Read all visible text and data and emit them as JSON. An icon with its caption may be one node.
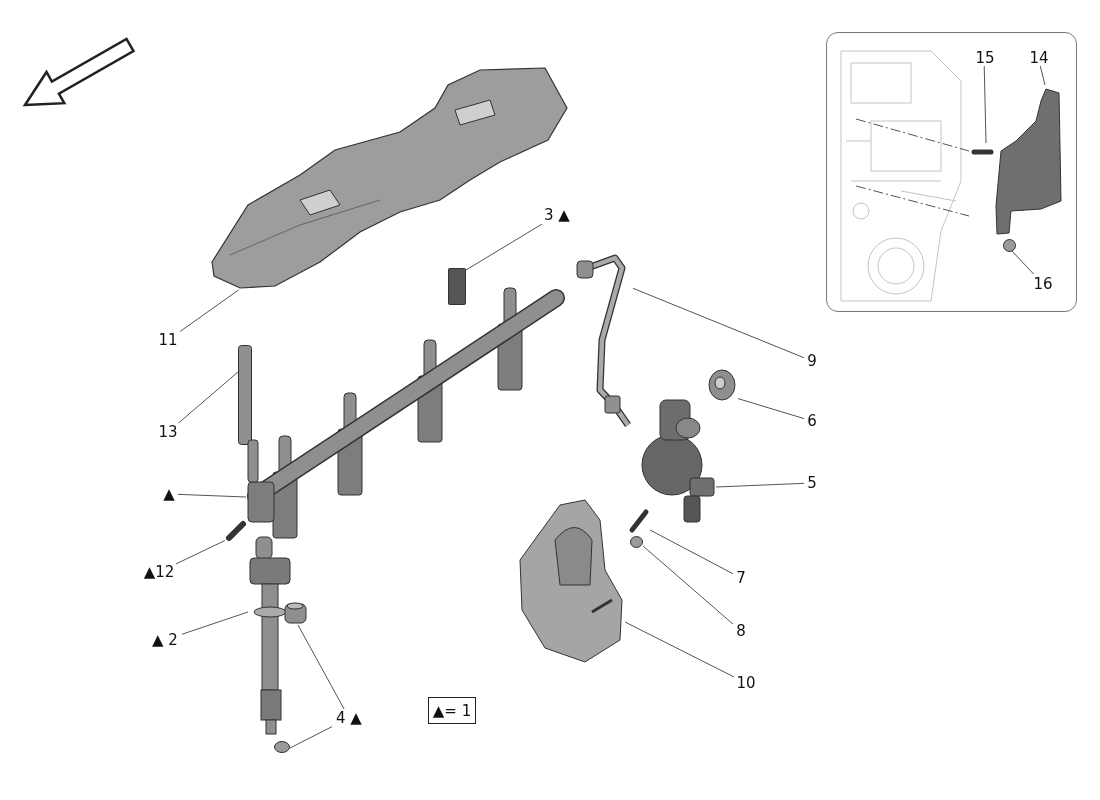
{
  "diagram": {
    "nodes": [
      {
        "text": [
          "3 ▲"
        ]
      },
      {
        "text": [],
        "shape": "box"
      },
      {
        "text": [
          "11"
        ]
      },
      {
        "text": [],
        "shape": "picture"
      },
      {
        "text": [
          "13"
        ]
      },
      {
        "text": [],
        "shape": "bar"
      },
      {
        "text": [
          "▲"
        ]
      },
      {
        "text": [],
        "shape": "picture"
      },
      {
        "text": [
          "▲12"
        ]
      },
      {
        "text": [],
        "shape": "picture"
      },
      {
        "text": [
          "▲ 2"
        ]
      },
      {
        "text": [],
        "shape": "picture"
      },
      {
        "text": [
          "4 ▲"
        ]
      },
      {
        "text": [],
        "shape": "picture"
      },
      {
        "text": [],
        "shape": "circle"
      },
      {
        "text": [
          "9"
        ]
      },
      {
        "text": [],
        "shape": "picture"
      },
      {
        "text": [
          "6"
        ]
      },
      {
        "text": [],
        "shape": "picture"
      },
      {
        "text": [
          "5"
        ]
      },
      {
        "text": [],
        "shape": "picture"
      },
      {
        "text": [
          "7"
        ]
      },
      {
        "text": [],
        "shape": "picture"
      },
      {
        "text": [
          "8"
        ]
      },
      {
        "text": [],
        "shape": "circle"
      },
      {
        "text": [
          "10"
        ]
      },
      {
        "text": [],
        "shape": "picture"
      },
      {
        "text": [],
        "shape": "box"
      },
      {
        "text": [
          "15"
        ],
        "in": 27
      },
      {
        "text": [],
        "shape": "picture",
        "in": 27
      },
      {
        "text": [
          "14"
        ],
        "in": 27
      },
      {
        "text": [],
        "shape": "picture",
        "in": 27
      },
      {
        "text": [
          "16"
        ],
        "in": 27
      },
      {
        "text": [],
        "shape": "circle",
        "in": 27
      },
      {
        "text": [
          "▲= 1"
        ]
      }
    ],
    "edges": [
      {
        "from": 0,
        "to": 1,
        "arrow": "none"
      },
      {
        "from": 2,
        "to": 3,
        "arrow": "none"
      },
      {
        "from": 4,
        "to": 5,
        "arrow": "none"
      },
      {
        "from": 6,
        "to": 7,
        "arrow": "none"
      },
      {
        "from": 8,
        "to": 9,
        "arrow": "none"
      },
      {
        "from": 10,
        "to": 11,
        "arrow": "none"
      },
      {
        "from": 12,
        "to": 13,
        "arrow": "none"
      },
      {
        "from": 12,
        "to": 14,
        "arrow": "none"
      },
      {
        "from": 15,
        "to": 16,
        "arrow": "none"
      },
      {
        "from": 17,
        "to": 18,
        "arrow": "none"
      },
      {
        "from": 19,
        "to": 20,
        "arrow": "none"
      },
      {
        "from": 21,
        "to": 22,
        "arrow": "none"
      },
      {
        "from": 23,
        "to": 24,
        "arrow": "none"
      },
      {
        "from": 25,
        "to": 26,
        "arrow": "none"
      },
      {
        "from": 28,
        "to": 29,
        "arrow": "none"
      },
      {
        "from": 30,
        "to": 31,
        "arrow": "none"
      },
      {
        "from": 32,
        "to": 33,
        "arrow": "none"
      }
    ]
  }
}
